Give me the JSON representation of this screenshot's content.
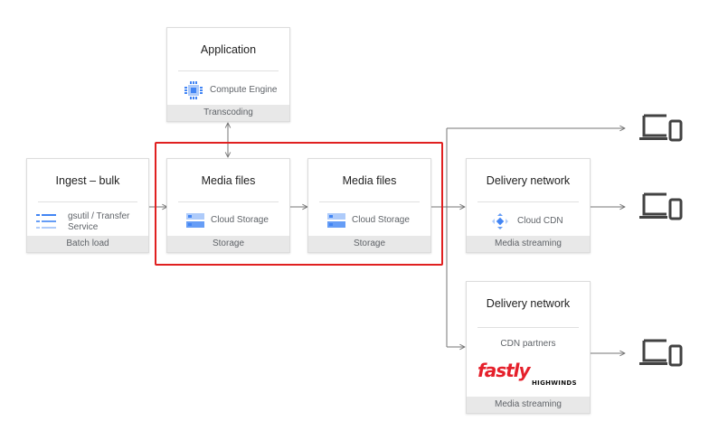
{
  "cards": {
    "application": {
      "title": "Application",
      "service": "Compute Engine",
      "footer": "Transcoding"
    },
    "ingest": {
      "title": "Ingest – bulk",
      "service": "gsutil / Transfer Service",
      "service_line1": "gsutil / Transfer",
      "service_line2": "Service",
      "footer": "Batch load"
    },
    "media1": {
      "title": "Media files",
      "service": "Cloud Storage",
      "footer": "Storage"
    },
    "media2": {
      "title": "Media files",
      "service": "Cloud Storage",
      "footer": "Storage"
    },
    "delivery_cdn": {
      "title": "Delivery network",
      "service": "Cloud CDN",
      "footer": "Media streaming"
    },
    "delivery_partners": {
      "title": "Delivery network",
      "service": "CDN partners",
      "footer": "Media streaming",
      "partners": [
        "fastly",
        "HIGHWINDS"
      ]
    }
  },
  "icons": {
    "compute": "compute-engine-icon",
    "transfer": "transfer-service-icon",
    "storage": "cloud-storage-icon",
    "cdn": "cloud-cdn-icon",
    "device": "laptop-phone-icon"
  },
  "colors": {
    "highlight": "#e02020",
    "gcp_blue": "#4285f4",
    "fastly_red": "#e5202b",
    "line": "#757575"
  }
}
